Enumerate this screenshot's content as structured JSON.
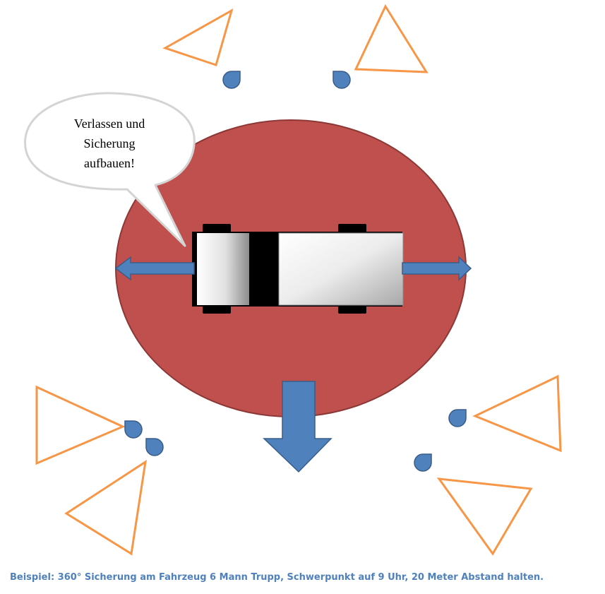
{
  "bubble": {
    "line1": "Verlassen und",
    "line2": "Sicherung",
    "line3": "aufbauen!"
  },
  "caption": "Beispiel: 360° Sicherung am Fahrzeug 6 Mann Trupp, Schwerpunkt auf 9 Uhr, 20 Meter Abstand halten.",
  "colors": {
    "zone_fill": "#c0504d",
    "zone_stroke": "#8c3836",
    "arrow_fill": "#4f81bd",
    "arrow_stroke": "#385d8a",
    "sector_stroke": "#f79646",
    "caption": "#4f81bd"
  },
  "icons": {
    "soldier": "soldier-marker-icon",
    "sector": "field-of-fire-triangle-icon",
    "vehicle": "vehicle-top-view-icon"
  },
  "soldier_count": 6
}
